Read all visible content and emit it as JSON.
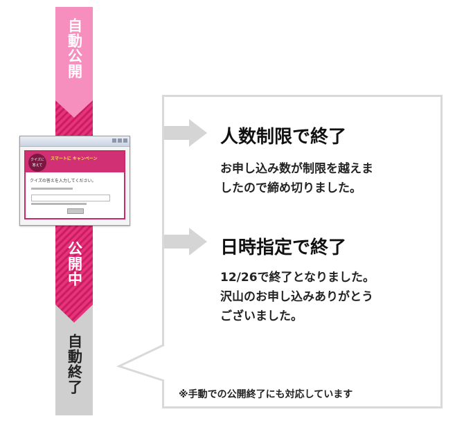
{
  "flow": {
    "stage_auto_open": "自動公開",
    "stage_in_public": "公開中",
    "stage_auto_end": "自動終了",
    "colors": {
      "auto_open": "#f78fbe",
      "in_public": "#e8337a",
      "auto_end": "#cfcfcf",
      "stripe": "#c81d62"
    }
  },
  "panel": {
    "heading_1": "人数制限で終了",
    "body_1_line1": "お申し込み数が制限を越えま",
    "body_1_line2": "したので締め切りました。",
    "heading_2": "日時指定で終了",
    "body_2_line1": "12/26で終了となりました。",
    "body_2_line2": "沢山のお申し込みありがとう",
    "body_2_line3": "ございました。",
    "note": "※手動での公開終了にも対応しています"
  },
  "thumbnail": {
    "badge": "クイズに 答えて",
    "title_line1": "スマートに キャンペーン",
    "prompt": "クイズの答えを入力してください。"
  }
}
